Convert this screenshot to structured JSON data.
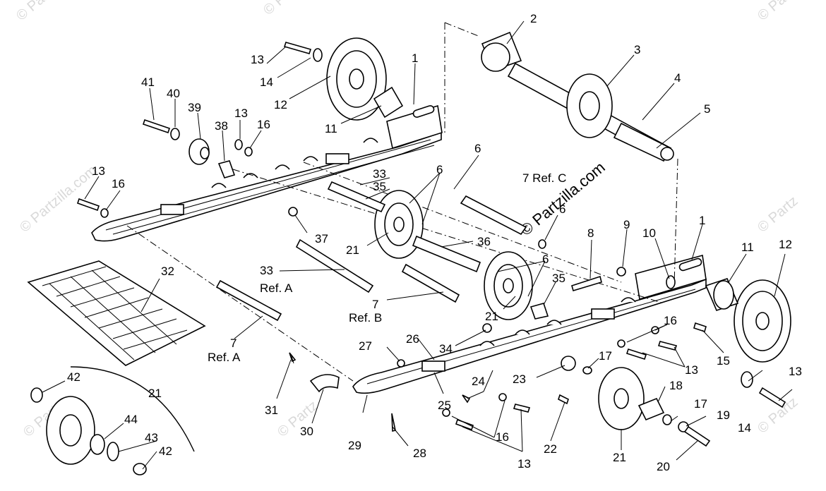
{
  "watermark": {
    "text": "© Partzilla.com",
    "short": "© Partz"
  },
  "callouts": {
    "c1a": "1",
    "c1b": "1",
    "c2": "2",
    "c3": "3",
    "c4": "4",
    "c5": "5",
    "c6a": "6",
    "c6b": "6",
    "c6c": "6",
    "c6d": "6",
    "c7ref": "7 Ref. C",
    "c7b": "7",
    "c7bref": "Ref. B",
    "c7a": "7",
    "c7aref": "Ref. A",
    "c8": "8",
    "c9": "9",
    "c10": "10",
    "c11a": "11",
    "c11b": "11",
    "c12a": "12",
    "c12b": "12",
    "c13a": "13",
    "c13b": "13",
    "c13c": "13",
    "c13d": "13",
    "c13e": "13",
    "c13f": "13",
    "c14a": "14",
    "c14b": "14",
    "c15": "15",
    "c16a": "16",
    "c16b": "16",
    "c16c": "16",
    "c16d": "16",
    "c17a": "17",
    "c17b": "17",
    "c18": "18",
    "c19": "19",
    "c20": "20",
    "c21a": "21",
    "c21b": "21",
    "c21c": "21",
    "c21d": "21",
    "c22": "22",
    "c23": "23",
    "c24": "24",
    "c25": "25",
    "c26": "26",
    "c27": "27",
    "c28": "28",
    "c29": "29",
    "c30": "30",
    "c31": "31",
    "c32": "32",
    "c33a": "33",
    "c33b": "33",
    "c33bref": "Ref. A",
    "c34": "34",
    "c35a": "35",
    "c35b": "35",
    "c36": "36",
    "c37": "37",
    "c38": "38",
    "c39": "39",
    "c40": "40",
    "c41": "41",
    "c42a": "42",
    "c42b": "42",
    "c43": "43",
    "c44": "44"
  }
}
